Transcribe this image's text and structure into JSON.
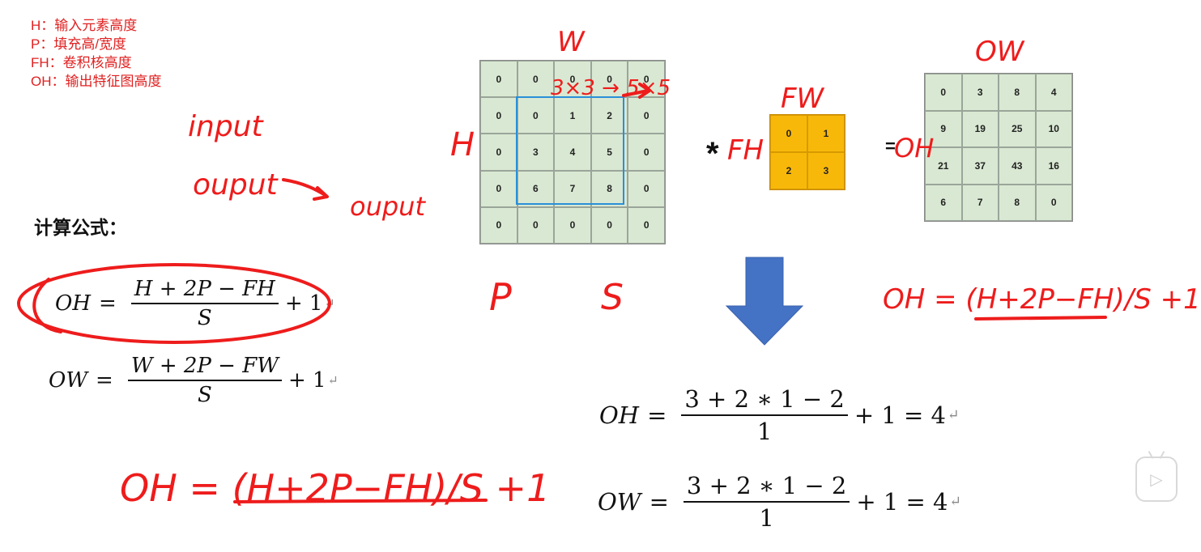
{
  "legend": [
    "H：输入元素高度",
    "P：填充高/宽度",
    "FH：卷积核高度",
    "OH：输出特征图高度"
  ],
  "input_grid": [
    [
      "0",
      "0",
      "0",
      "0",
      "0"
    ],
    [
      "0",
      "0",
      "1",
      "2",
      "0"
    ],
    [
      "0",
      "3",
      "4",
      "5",
      "0"
    ],
    [
      "0",
      "6",
      "7",
      "8",
      "0"
    ],
    [
      "0",
      "0",
      "0",
      "0",
      "0"
    ]
  ],
  "kernel_grid": [
    [
      "0",
      "1"
    ],
    [
      "2",
      "3"
    ]
  ],
  "output_grid": [
    [
      "0",
      "3",
      "8",
      "4"
    ],
    [
      "9",
      "19",
      "25",
      "10"
    ],
    [
      "21",
      "37",
      "43",
      "16"
    ],
    [
      "6",
      "7",
      "8",
      "0"
    ]
  ],
  "operators": {
    "convolve": "*",
    "equals": "="
  },
  "section_title": "计算公式：",
  "formula_oh": {
    "lhs": "OH",
    "eq": "=",
    "num": "H + 2P − FH",
    "den": "S",
    "tail": "+ 1",
    "mark": "↵"
  },
  "formula_ow": {
    "lhs": "OW",
    "eq": "=",
    "num": "W + 2P − FW",
    "den": "S",
    "tail": "+ 1",
    "mark": "↵"
  },
  "formula_oh_calc": {
    "lhs": "OH",
    "eq": "=",
    "num": "3 + 2 ∗ 1 − 2",
    "den": "1",
    "tail": "+ 1 = 4",
    "mark": "↵"
  },
  "formula_ow_calc": {
    "lhs": "OW",
    "eq": "=",
    "num": "3 + 2 ∗ 1 − 2",
    "den": "1",
    "tail": "+ 1 = 4",
    "mark": "↵"
  },
  "annotations": {
    "w": "W",
    "h": "H",
    "fw": "FW",
    "fh": "FH",
    "ow": "OW",
    "oh": "OH",
    "p": "P",
    "s": "S",
    "input": "input",
    "ouput": "ouput",
    "ouput2": "ouput",
    "stride_note": "3×3 → 5×5",
    "hand_formula_right": "OH = (H+2P−FH)/S +1",
    "hand_formula_bottom": "OH = (H+2P−FH)/S +1"
  },
  "colors": {
    "ink": "#ee1c1c",
    "arrow": "#4472c4",
    "kernel": "#f8b80a",
    "grid": "#d9e8d2",
    "window": "#2a8fd8"
  },
  "play_icon": "play-icon"
}
